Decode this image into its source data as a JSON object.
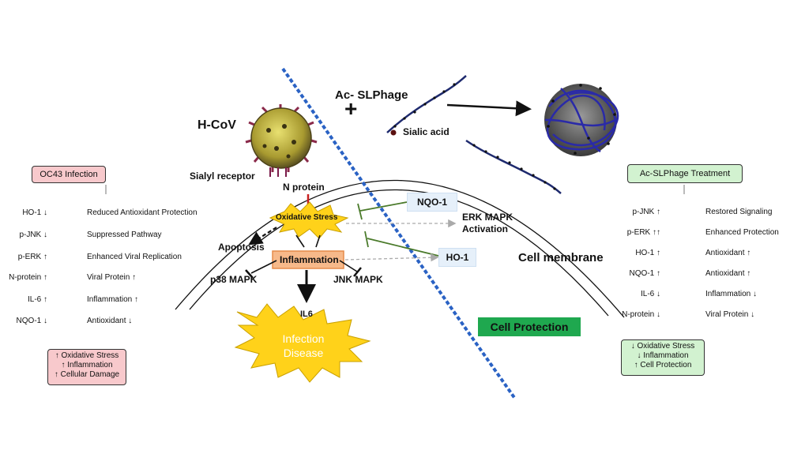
{
  "virus_label": "H-CoV",
  "receptor_label": "Sialyl receptor",
  "phage_label": "Ac- SLPhage",
  "plus": "+",
  "sialic_label": "Sialic acid",
  "n_protein": "N protein",
  "oxidative_stress": "Oxidative Stress",
  "apoptosis": "Apoptosis",
  "inflammation": "Inflammation",
  "p38": "p38 MAPK",
  "jnk": "JNK MAPK",
  "il6": "IL6",
  "infection_disease": [
    "Infection",
    "Disease"
  ],
  "nqo1": "NQO-1",
  "ho1": "HO-1",
  "erk_activation": [
    "ERK MAPK",
    "Activation"
  ],
  "cell_membrane": "Cell membrane",
  "cell_protection": "Cell Protection",
  "left_panel": {
    "title": "OC43 Infection",
    "rows": [
      {
        "key": "HO-1 ↓",
        "value": "Reduced Antioxidant Protection"
      },
      {
        "key": "p-JNK ↓",
        "value": "Suppressed Pathway"
      },
      {
        "key": "p-ERK ↑",
        "value": "Enhanced Viral Replication"
      },
      {
        "key": "N-protein ↑",
        "value": "Viral Protein ↑"
      },
      {
        "key": "IL-6 ↑",
        "value": "Inflammation ↑"
      },
      {
        "key": "NQO-1 ↓",
        "value": "Antioxidant ↓"
      }
    ],
    "summary": [
      "↑ Oxidative Stress",
      "↑ Inflammation",
      "↑ Cellular Damage"
    ]
  },
  "right_panel": {
    "title": "Ac-SLPhage Treatment",
    "rows": [
      {
        "key": "p-JNK ↑",
        "value": "Restored Signaling"
      },
      {
        "key": "p-ERK ↑↑",
        "value": "Enhanced Protection"
      },
      {
        "key": "HO-1 ↑",
        "value": "Antioxidant ↑"
      },
      {
        "key": "NQO-1 ↑",
        "value": "Antioxidant ↑"
      },
      {
        "key": "IL-6 ↓",
        "value": "Inflammation ↓"
      },
      {
        "key": "N-protein ↓",
        "value": "Viral Protein ↓"
      }
    ],
    "summary": [
      "↓ Oxidative Stress",
      "↓ Inflammation",
      "↑ Cell Protection"
    ]
  },
  "colors": {
    "left_box_fill": "#f8c9cc",
    "right_box_fill": "#d2f2d0",
    "cell_protection_fill": "#1fa84f",
    "star_fill": "#ffd21a",
    "inflammation_fill": "#f7b98a",
    "divider": "#2a62c4",
    "inhibit_line": "#4a7a2a",
    "info_box_fill": "#e6f0fa"
  }
}
